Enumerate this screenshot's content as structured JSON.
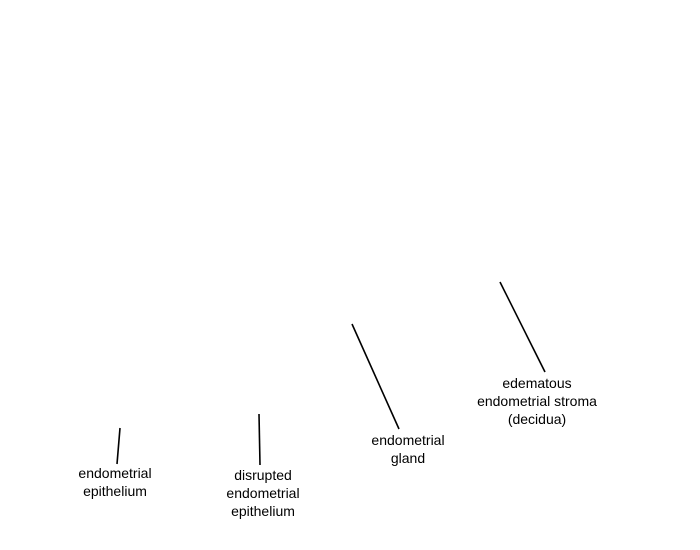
{
  "diagram": {
    "line_color": "#000000",
    "labels": [
      {
        "id": "endometrial-epithelium",
        "lines": [
          "endometrial",
          "epithelium"
        ]
      },
      {
        "id": "disrupted-endometrial-epithelium",
        "lines": [
          "disrupted",
          "endometrial",
          "epithelium"
        ]
      },
      {
        "id": "endometrial-gland",
        "lines": [
          "endometrial",
          "gland"
        ]
      },
      {
        "id": "edematous-endometrial-stroma",
        "lines": [
          "edematous",
          "endometrial stroma",
          "(decidua)"
        ]
      }
    ]
  }
}
